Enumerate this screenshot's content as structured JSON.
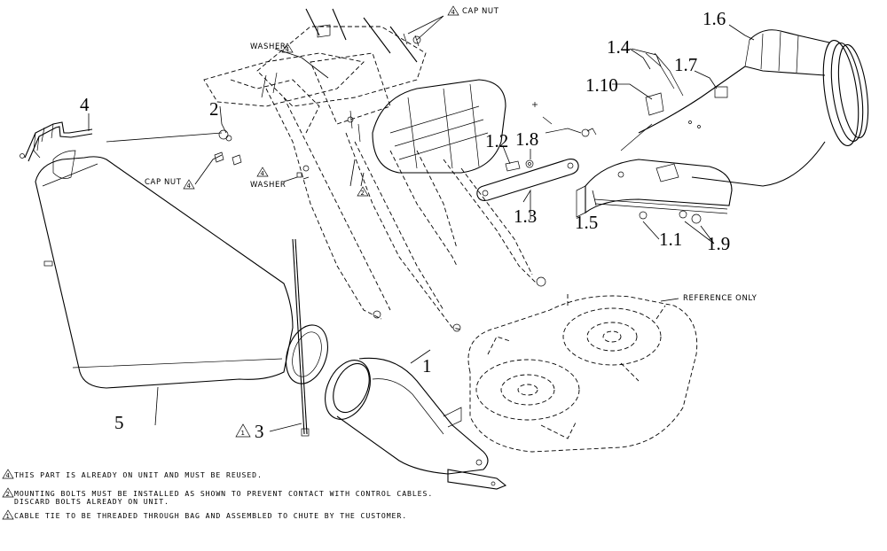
{
  "callouts": {
    "c1": "1",
    "c1_1": "1.1",
    "c1_2": "1.2",
    "c1_3": "1.3",
    "c1_4": "1.4",
    "c1_5": "1.5",
    "c1_6": "1.6",
    "c1_7": "1.7",
    "c1_8": "1.8",
    "c1_9": "1.9",
    "c1_10": "1.10",
    "c2": "2",
    "c3": "3",
    "c4": "4",
    "c5": "5"
  },
  "labels": {
    "cap_nut_top": "CAP NUT",
    "cap_nut_left": "CAP NUT",
    "washer_top": "WASHER",
    "washer_mid": "WASHER",
    "reference_only": "REFERENCE ONLY"
  },
  "triangles": {
    "t1": "1",
    "t2": "2",
    "t4": "4"
  },
  "notes": {
    "note4": "THIS PART IS ALREADY ON UNIT AND MUST BE REUSED.",
    "note2_line1": "MOUNTING BOLTS MUST BE INSTALLED AS SHOWN TO PREVENT CONTACT WITH CONTROL CABLES.",
    "note2_line2": "DISCARD BOLTS ALREADY ON UNIT.",
    "note1": "CABLE TIE TO BE THREADED THROUGH BAG AND ASSEMBLED TO CHUTE BY THE CUSTOMER."
  }
}
